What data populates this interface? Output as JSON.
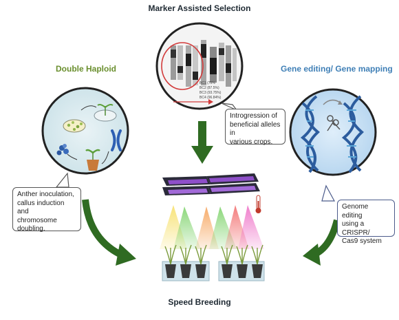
{
  "titles": {
    "marker": "Marker Assisted Selection",
    "double_haploid": "Double Haploid",
    "gene_editing": "Gene editing/ Gene mapping",
    "speed_breeding": "Speed Breeding"
  },
  "callouts": {
    "introgression": [
      "Introgression of",
      "beneficial alleles in",
      "various crops."
    ],
    "anther": [
      "Anther inoculation,",
      "callus induction and",
      "chromosome",
      "doubling."
    ],
    "genome": [
      "Genome editing",
      "using a CRISPR/",
      "Cas9 system"
    ]
  },
  "bc_labels": [
    "BC1 (75%",
    "BC2 (87.5%)",
    "BC3 (93.75%)",
    "BC4 (96.84%)"
  ],
  "colors": {
    "arrow_green": "#2f6b22",
    "title_green": "#6a8f2e",
    "title_blue": "#3f7fb6",
    "circle_red": "#d23a3a",
    "lamp_purple": "#7b3fb0"
  }
}
